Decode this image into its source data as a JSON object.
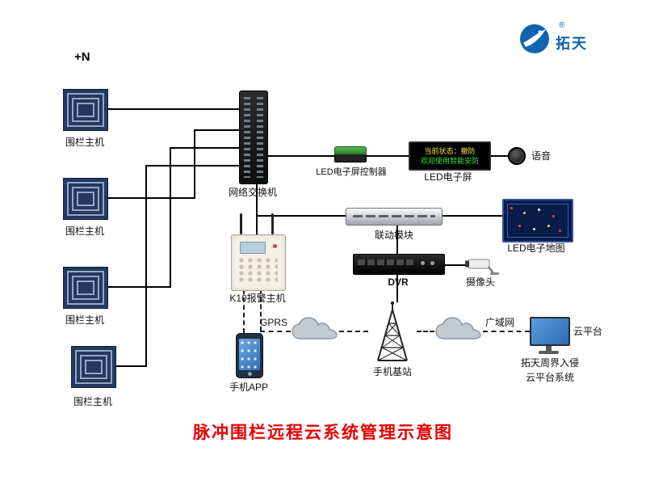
{
  "header": {
    "logo_brand": "拓天",
    "logo_registered": "®"
  },
  "annotations": {
    "plus_n": "+N",
    "gprs": "GPRS",
    "wan": "广域网"
  },
  "nodes": {
    "fence_hosts": [
      {
        "label": "围栏主机"
      },
      {
        "label": "围栏主机"
      },
      {
        "label": "围栏主机"
      },
      {
        "label": "围栏主机"
      }
    ],
    "network_switch": {
      "label": "网络交换机"
    },
    "led_controller": {
      "label": "LED电子屏控制器"
    },
    "led_screen": {
      "label": "LED电子屏",
      "display_line1": "当前状态：撤防",
      "display_line2": "欢迎使用智能安防"
    },
    "voice": {
      "label": "语音"
    },
    "linkage_module": {
      "label": "联动模块"
    },
    "led_map": {
      "label": "LED电子地图"
    },
    "dvr": {
      "label": "DVR"
    },
    "camera": {
      "label": "摄像头"
    },
    "k10_alarm_host": {
      "label": "K10报警主机"
    },
    "phone_app": {
      "label": "手机APP"
    },
    "base_station": {
      "label": "手机基站"
    },
    "cloud_platform": {
      "label": "云平台",
      "caption_line1": "拓天周界入侵",
      "caption_line2": "云平台系统"
    }
  },
  "title": "脉冲围栏远程云系统管理示意图",
  "colors": {
    "title": "#e60000",
    "led_line1": "#f5e642",
    "led_line2": "#35e835",
    "brand_blue": "#1064b0",
    "wire": "#000000"
  }
}
